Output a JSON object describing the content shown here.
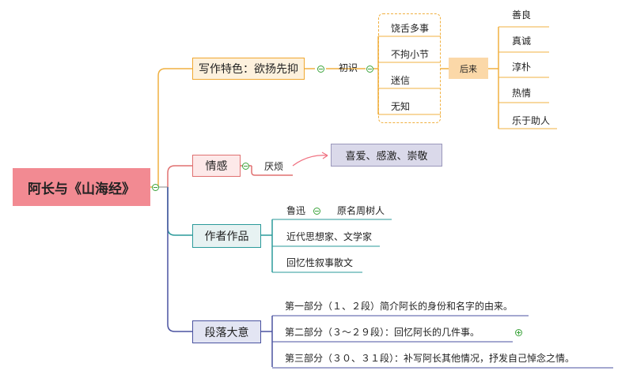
{
  "root": {
    "label": "阿长与《山海经》"
  },
  "branches": {
    "writing": {
      "label": "写作特色：欲扬先抑",
      "first": {
        "label": "初识",
        "items": [
          "饶舌多事",
          "不拘小节",
          "迷信",
          "无知"
        ]
      },
      "later": {
        "label": "后来",
        "items": [
          "善良",
          "真诚",
          "淳朴",
          "热情",
          "乐于助人"
        ]
      }
    },
    "emotion": {
      "label": "情感",
      "from": "厌烦",
      "to": "喜爱、感激、崇敬"
    },
    "author": {
      "label": "作者作品",
      "name": "鲁迅",
      "original_name": "原名周树人",
      "identity": "近代思想家、文学家",
      "genre": "回忆性叙事散文"
    },
    "paragraphs": {
      "label": "段落大意",
      "parts": [
        "第一部分（１、２段）简介阿长的身份和名字的由来。",
        "第二部分（３～２９段）：回忆阿长的几件事。",
        "第三部分（３０、３１段）：补写阿长其他情况，抒发自己悼念之情。"
      ]
    }
  },
  "colors": {
    "root_fill": "#f28a92",
    "writing_fill": "#fdf1dd",
    "writing_border": "#f0a830",
    "emotion_fill": "#fde9e9",
    "emotion_border": "#e07070",
    "target_fill": "#dad9ea",
    "target_border": "#9a97bb",
    "author_fill": "#e7f2f2",
    "author_border": "#2a9a9a",
    "para_fill": "#e3e5f3",
    "para_border": "#4a52a0",
    "toggle": "#3ba33b"
  }
}
